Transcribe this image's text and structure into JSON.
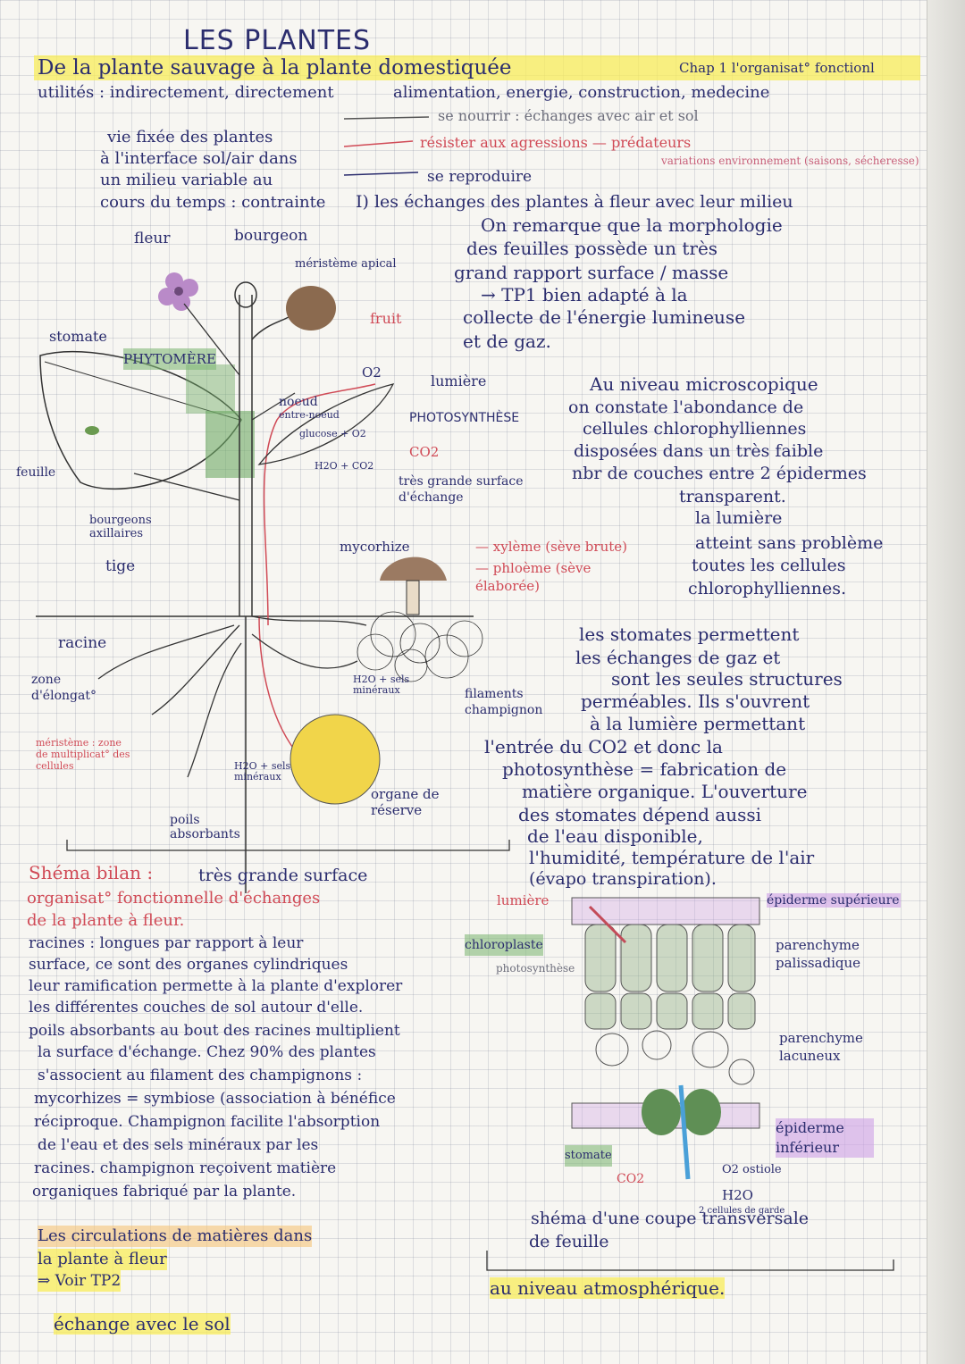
{
  "header": {
    "title": "LES PLANTES",
    "subtitle": "De la plante sauvage à la plante domestiquée",
    "chapter": "Chap 1 l'organisat° fonctionl",
    "uses": "utilités : indirectement, directement",
    "uses_detail": "alimentation, energie, construction, medecine"
  },
  "intro": {
    "lines": [
      "vie fixée des plantes",
      "à l'interface sol/air dans",
      "un milieu variable au",
      "cours du temps : contrainte"
    ],
    "arrow1": "se nourrir : échanges avec air et sol",
    "arrow2": "résister aux agressions — prédateurs",
    "arrow2b": "variations environnement (saisons, sécheresse)",
    "arrow3": "se reproduire"
  },
  "section1": {
    "heading": "I) les échanges des plantes à fleur avec leur milieu",
    "para": [
      "On remarque que la morphologie",
      "des feuilles possède un très",
      "grand rapport surface / masse",
      "→ TP1   bien adapté à la",
      "collecte de l'énergie lumineuse",
      "et de gaz."
    ],
    "micro": [
      "Au niveau microscopique",
      "on constate l'abondance de",
      "cellules chlorophylliennes",
      "disposées dans un très faible",
      "nbr de couches entre 2 épidermes",
      "transparent.",
      "la lumière",
      "atteint sans problème",
      "toutes les cellules",
      "chlorophylliennes."
    ],
    "stomates": [
      "les stomates permettent",
      "les échanges de gaz et",
      "sont les seules structures",
      "perméables. Ils s'ouvrent",
      "à la lumière permettant",
      "l'entrée du CO2 et donc la",
      "photosynthèse = fabrication de",
      "matière organique. L'ouverture",
      "des stomates dépend aussi",
      "de l'eau disponible,",
      "l'humidité, température de l'air",
      "(évapo transpiration)."
    ]
  },
  "diagram": {
    "labels": {
      "fleur": "fleur",
      "bourgeon": "bourgeon",
      "meristeme": "méristème apical",
      "fruit": "fruit",
      "stomate": "stomate",
      "phytomere": "PHYTOMÈRE",
      "noeud": "noeud",
      "entre_noeud": "entre-noeud",
      "o2": "O2",
      "lumiere": "lumière",
      "photosynthese": "PHOTOSYNTHÈSE",
      "glucose": "glucose + O2",
      "h2o_co2": "H2O + CO2",
      "co2": "CO2",
      "surface": "très grande surface d'échange",
      "feuille": "feuille",
      "bourgeons_ax": "bourgeons axillaires",
      "tige": "tige",
      "mycorhize": "mycorhize",
      "xyleme": "— xylème (sève brute)",
      "phloeme": "— phloème (sève élaborée)",
      "racine": "racine",
      "zone_elong": "zone d'élongat°",
      "meristeme_r": "méristème : zone de multiplicat° des cellules",
      "h2o_sels": "H2O + sels minéraux",
      "h2o_sels2": "H2O + sels minéraux",
      "filaments": "filaments champignon",
      "poils": "poils absorbants",
      "organe": "organe de réserve"
    }
  },
  "bilan": {
    "title": "Shéma bilan :",
    "title_rest": "très grande surface",
    "l2": "organisat° fonctionnelle d'échanges",
    "l3": "de la plante à fleur.",
    "body": [
      "racines : longues par rapport à leur",
      "surface, ce sont des organes cylindriques",
      "leur ramification permette à la plante d'explorer",
      "les différentes couches de sol autour d'elle.",
      "poils absorbants au bout des racines multiplient",
      "la surface d'échange. Chez 90% des plantes",
      "s'associent au filament des champignons :",
      "mycorhizes = symbiose (association à bénéfice",
      "réciproque. Champignon facilite l'absorption",
      "de l'eau et des sels minéraux par les",
      "racines. champignon reçoivent matière",
      "organiques fabriqué par la plante."
    ]
  },
  "bottom_left": {
    "l1": "Les circulations de matières dans",
    "l2": "la plante à fleur",
    "l3": "⇒ Voir  TP2",
    "l4": "échange avec le sol"
  },
  "leaf_section": {
    "lumiere": "lumière",
    "chloroplaste": "chloroplaste",
    "photosynthese": "photosynthèse",
    "epiderme_sup": "épiderme supérieure",
    "palissadique": "parenchyme palissadique",
    "lacuneux": "parenchyme lacuneux",
    "epiderme_inf": "épiderme inférieur",
    "stomate": "stomate",
    "co2": "CO2",
    "o2": "O2 ostiole",
    "h2o": "H2O",
    "cellules_garde": "2 cellules de garde",
    "caption1": "shéma d'une coupe transversale",
    "caption2": "de feuille",
    "atmos": "au niveau atmosphérique."
  }
}
